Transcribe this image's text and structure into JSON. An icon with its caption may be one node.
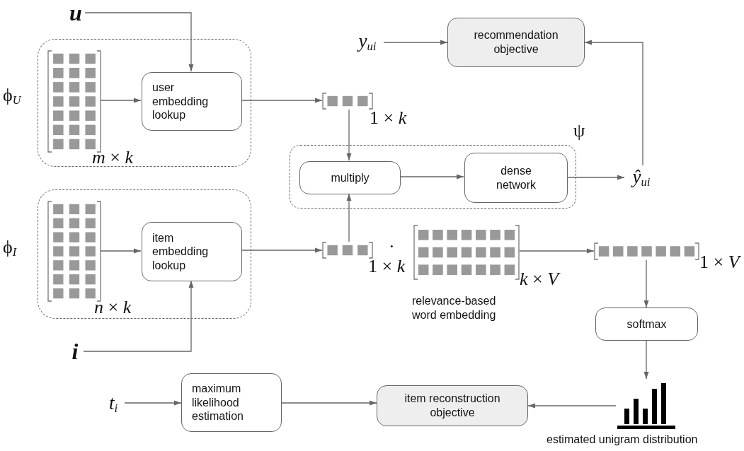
{
  "diagram": {
    "nodes": [
      {
        "text": [],
        "shape": "box",
        "beside": [
          "ϕ$_{U}$"
        ]
      },
      {
        "text": [],
        "shape": "matrix",
        "in": 0,
        "beside": [
          "*m* × *k*"
        ]
      },
      {
        "text": [
          "user embedding lookup"
        ],
        "in": 0
      },
      {
        "text": [
          "u"
        ]
      },
      {
        "text": [],
        "shape": "matrix",
        "beside": [
          "1 × *k*"
        ]
      },
      {
        "text": [],
        "shape": "box",
        "beside": [
          "ψ"
        ]
      },
      {
        "text": [
          "multiply"
        ],
        "in": 5
      },
      {
        "text": [
          "dense network"
        ],
        "in": 5
      },
      {
        "text": [
          "ŷ$_{ui}$"
        ]
      },
      {
        "text": [
          "y$_{ui}$"
        ]
      },
      {
        "text": [
          "recommendation objective"
        ]
      },
      {
        "text": [],
        "shape": "box",
        "beside": [
          "ϕ$_{I}$"
        ]
      },
      {
        "text": [],
        "shape": "matrix",
        "in": 11,
        "beside": [
          "*n* × *k*"
        ]
      },
      {
        "text": [
          "item embedding lookup"
        ],
        "in": 11
      },
      {
        "text": [
          "i"
        ]
      },
      {
        "text": [],
        "shape": "matrix",
        "beside": [
          "1 × *k*"
        ]
      },
      {
        "text": [],
        "shape": "matrix",
        "beside": [
          "*k* × *V*",
          "relevance-based word embedding"
        ]
      },
      {
        "text": [],
        "shape": "matrix",
        "beside": [
          "1 × *V*"
        ]
      },
      {
        "text": [
          "softmax"
        ]
      },
      {
        "text": [],
        "shape": "picture",
        "beside": [
          "estimated unigram distribution"
        ]
      },
      {
        "text": [
          "item reconstruction objective"
        ]
      },
      {
        "text": [
          "maximum likelihood estimation"
        ]
      },
      {
        "text": [
          "t$_{i}$"
        ]
      }
    ],
    "edges": [
      {
        "from": 3,
        "to": 2,
        "arrow": "to"
      },
      {
        "from": 1,
        "to": 2,
        "arrow": "to"
      },
      {
        "from": 2,
        "to": 4,
        "arrow": "to"
      },
      {
        "from": 4,
        "to": 6,
        "arrow": "to"
      },
      {
        "from": 15,
        "to": 6,
        "arrow": "to"
      },
      {
        "from": 6,
        "to": 7,
        "arrow": "to"
      },
      {
        "from": 7,
        "to": 8,
        "arrow": "to"
      },
      {
        "from": 8,
        "to": 10,
        "arrow": "to"
      },
      {
        "from": 9,
        "to": 10,
        "arrow": "to"
      },
      {
        "from": 12,
        "to": 13,
        "arrow": "to"
      },
      {
        "from": 14,
        "to": 13,
        "arrow": "to"
      },
      {
        "from": 13,
        "to": 15,
        "arrow": "to"
      },
      {
        "from": 16,
        "to": 17,
        "arrow": "to"
      },
      {
        "from": 17,
        "to": 18,
        "arrow": "to"
      },
      {
        "from": 18,
        "to": 19,
        "arrow": "to"
      },
      {
        "from": 19,
        "to": 20,
        "arrow": "to"
      },
      {
        "from": 21,
        "to": 20,
        "arrow": "to"
      },
      {
        "from": 22,
        "to": 21,
        "arrow": "to"
      }
    ],
    "labels": [
      "·"
    ]
  }
}
